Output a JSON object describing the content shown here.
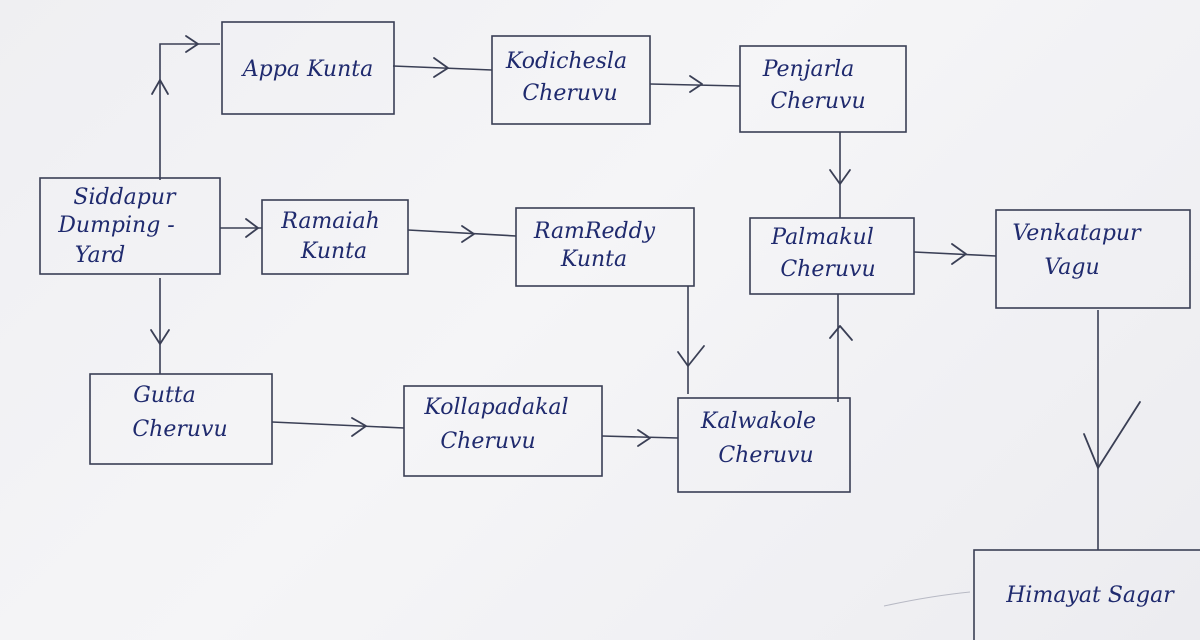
{
  "diagram": {
    "nodes": {
      "siddapur": {
        "lines": [
          "Siddapur",
          "Dumping -",
          "Yard"
        ]
      },
      "appa": {
        "lines": [
          "Appa Kunta"
        ]
      },
      "kodichesla": {
        "lines": [
          "Kodichesla",
          "Cheruvu"
        ]
      },
      "penjarla": {
        "lines": [
          "Penjarla",
          "Cheruvu"
        ]
      },
      "ramaiah": {
        "lines": [
          "Ramaiah",
          "Kunta"
        ]
      },
      "ramreddy": {
        "lines": [
          "RamReddy",
          "Kunta"
        ]
      },
      "palmakul": {
        "lines": [
          "Palmakul",
          "Cheruvu"
        ]
      },
      "venkatapur": {
        "lines": [
          "Venkatapur",
          "Vagu"
        ]
      },
      "gutta": {
        "lines": [
          "Gutta",
          "Cheruvu"
        ]
      },
      "kollapadakal": {
        "lines": [
          "Kollapadakal",
          "Cheruvu"
        ]
      },
      "kalwakole": {
        "lines": [
          "Kalwakole",
          "Cheruvu"
        ]
      },
      "himayat": {
        "lines": [
          "Himayat Sagar"
        ]
      }
    },
    "edges": [
      {
        "from": "siddapur",
        "to": "appa"
      },
      {
        "from": "siddapur",
        "to": "ramaiah"
      },
      {
        "from": "siddapur",
        "to": "gutta"
      },
      {
        "from": "appa",
        "to": "kodichesla"
      },
      {
        "from": "kodichesla",
        "to": "penjarla"
      },
      {
        "from": "penjarla",
        "to": "palmakul"
      },
      {
        "from": "ramaiah",
        "to": "ramreddy"
      },
      {
        "from": "ramreddy",
        "to": "kalwakole"
      },
      {
        "from": "gutta",
        "to": "kollapadakal"
      },
      {
        "from": "kollapadakal",
        "to": "kalwakole"
      },
      {
        "from": "kalwakole",
        "to": "palmakul"
      },
      {
        "from": "palmakul",
        "to": "venkatapur"
      },
      {
        "from": "venkatapur",
        "to": "himayat"
      }
    ]
  }
}
